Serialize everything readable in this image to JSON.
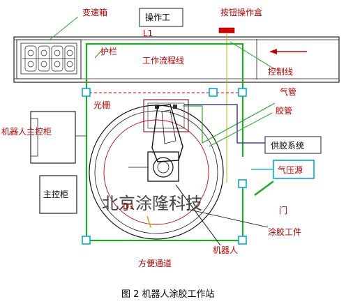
{
  "labels": {
    "gearbox": "变速箱",
    "operator_station": "操作工",
    "button_box": "按钮操作盒",
    "guardrail": "护栏",
    "process_line": "工作流程线",
    "control_line": "控制线",
    "air_pipe": "气管",
    "light_curtain": "光栅",
    "glue_pipe": "胶管",
    "robot_main_cabinet": "机器人主控柜",
    "glue_system": "供胶系统",
    "air_source": "气压源",
    "main_cabinet": "主控柜",
    "door": "门",
    "glue_workpiece": "涂胶工件",
    "robot": "机器人",
    "aisle": "方便通道",
    "l1": "L1",
    "d1": "D1",
    "company": "北京涂隆科技",
    "caption": "图 2  机器人涂胶工作站"
  },
  "colors": {
    "red_line": "#cc0000",
    "green_line": "#22aa22",
    "blue_line": "#1a1aa6",
    "cyan": "#00a8d8",
    "gold": "#c8a800"
  }
}
